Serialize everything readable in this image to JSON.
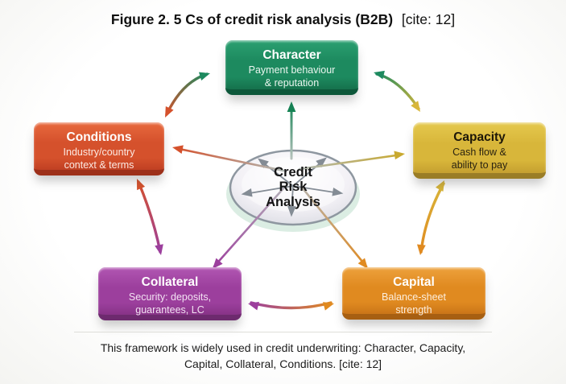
{
  "figure": {
    "title": "Figure 2. 5 Cs of credit risk analysis (B2B)",
    "title_cite": "[cite: 12]",
    "caption_line1": "This framework is widely used in credit underwriting: Character, Capacity,",
    "caption_line2": "Capital, Collateral, Conditions. [cite: 12]"
  },
  "center": {
    "line1": "Credit",
    "line2": "Risk",
    "line3": "Analysis"
  },
  "nodes": {
    "character": {
      "title": "Character",
      "subtitle": "Payment behaviour\n& reputation",
      "colors": {
        "light": "#2ba071",
        "face": "#1d8a5f",
        "shade": "#15714c",
        "dark": "#0d573a",
        "text": "#ffffff",
        "sub": "#eaf6ef"
      }
    },
    "conditions": {
      "title": "Conditions",
      "subtitle": "Industry/country\ncontext & terms",
      "colors": {
        "light": "#e86a3e",
        "face": "#d5512c",
        "shade": "#c04023",
        "dark": "#9d301a",
        "text": "#ffffff",
        "sub": "#fce9e2"
      }
    },
    "capacity": {
      "title": "Capacity",
      "subtitle": "Cash flow &\nability to pay",
      "colors": {
        "light": "#e5c94e",
        "face": "#d8b63a",
        "shade": "#c5a030",
        "dark": "#9a7d26",
        "text": "#1d1708",
        "sub": "#2a2310"
      }
    },
    "collateral": {
      "title": "Collateral",
      "subtitle": "Security: deposits,\nguarantees, LC",
      "colors": {
        "light": "#b156b2",
        "face": "#9c3f9d",
        "shade": "#873387",
        "dark": "#6d2a6e",
        "text": "#ffffff",
        "sub": "#f3e2f3"
      }
    },
    "capital": {
      "title": "Capital",
      "subtitle": "Balance-sheet\nstrength",
      "colors": {
        "light": "#eda13c",
        "face": "#e08a20",
        "shade": "#ca7518",
        "dark": "#a75f12",
        "text": "#ffffff",
        "sub": "#fdeedd"
      }
    }
  },
  "palette": {
    "green": "#1d8a5f",
    "yellow": "#d8b63a",
    "orange": "#e08a20",
    "red_orange": "#d5512c",
    "purple": "#9c3f9d",
    "hub_gray": "#848c95"
  }
}
